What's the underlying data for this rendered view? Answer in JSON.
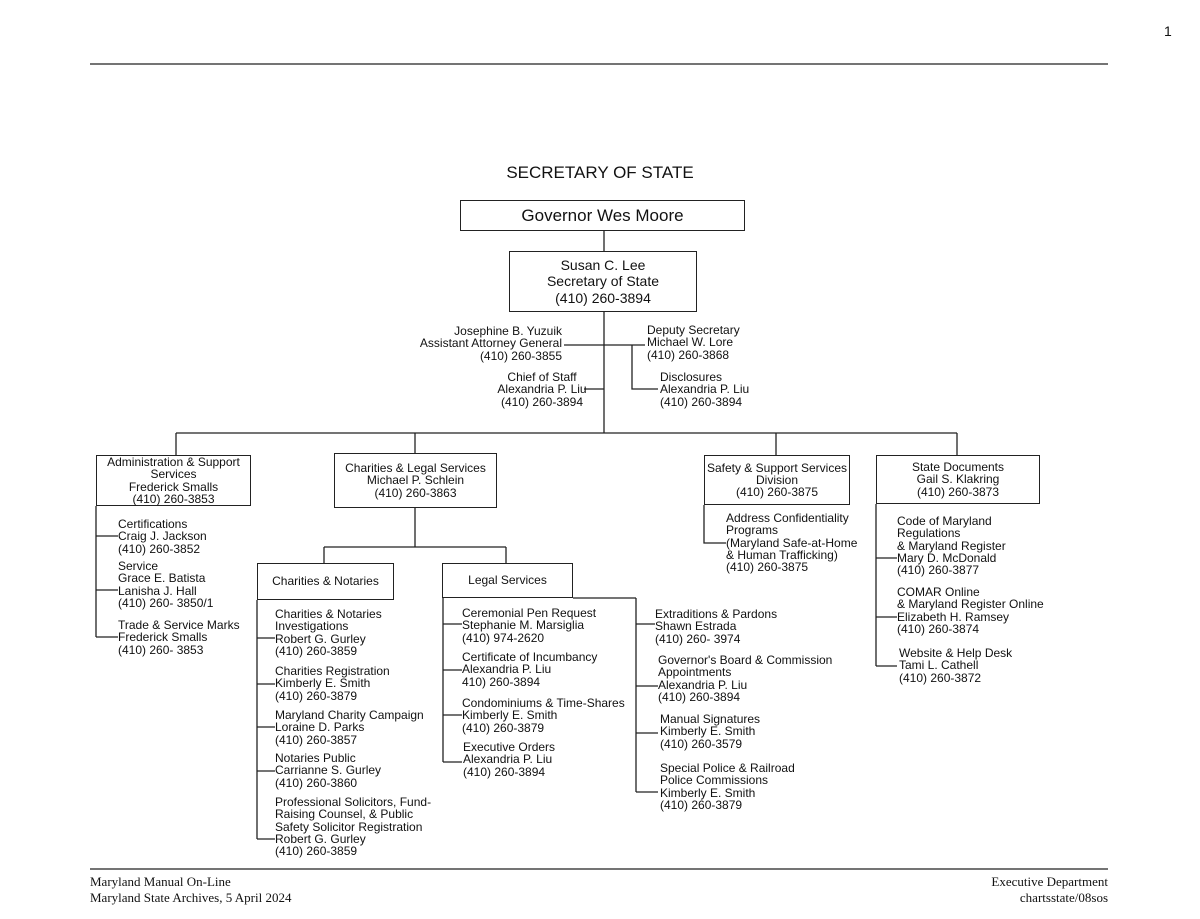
{
  "page_number": "1",
  "title": "SECRETARY OF STATE",
  "governor": "Governor Wes Moore",
  "secretary": "Susan C. Lee\nSecretary of State\n(410) 260-3894",
  "aag": "Josephine B. Yuzuik\nAssistant Attorney General\n(410) 260-3855",
  "deputy": "Deputy Secretary\nMichael W. Lore\n(410) 260-3868",
  "chief_of_staff": "Chief of Staff\nAlexandria P. Liu\n(410) 260-3894",
  "disclosures": "Disclosures\nAlexandria P. Liu\n(410) 260-3894",
  "divisions": {
    "admin": "Administration & Support\nServices\nFrederick Smalls\n(410) 260-3853",
    "charities_legal": "Charities & Legal Services\nMichael P. Schlein\n(410) 260-3863",
    "safety": "Safety & Support Services\nDivision\n(410) 260-3875",
    "state_docs": "State Documents\nGail S. Klakring\n(410) 260-3873"
  },
  "admin_units": [
    "Certifications\nCraig J. Jackson\n(410) 260-3852",
    "Service\nGrace E. Batista\nLanisha J. Hall\n(410) 260- 3850/1",
    "Trade & Service Marks\nFrederick Smalls\n(410) 260- 3853"
  ],
  "charities_notaries": {
    "label": "Charities & Notaries",
    "units": [
      "Charities & Notaries\nInvestigations\nRobert G. Gurley\n(410) 260-3859",
      "Charities Registration\nKimberly E.  Smith\n(410) 260-3879",
      "Maryland Charity Campaign\nLoraine D. Parks\n(410) 260-3857",
      "Notaries Public\nCarrianne S. Gurley\n(410) 260-3860",
      "Professional Solicitors, Fund-\nRaising Counsel, & Public\nSafety Solicitor Registration\nRobert G. Gurley\n(410) 260-3859"
    ]
  },
  "legal_services": {
    "label": "Legal Services",
    "units": [
      "Ceremonial Pen Request\nStephanie M. Marsiglia\n(410) 974-2620",
      "Certificate of Incumbancy\nAlexandria P. Liu\n410) 260-3894",
      "Condominiums & Time-Shares\nKimberly E.  Smith\n(410) 260-3879",
      "Executive Orders\nAlexandria P. Liu\n(410) 260-3894"
    ],
    "units_right": [
      "Extraditions & Pardons\nShawn Estrada\n(410) 260- 3974",
      "Governor's Board & Commission\nAppointments\nAlexandria P. Liu\n(410) 260-3894",
      "Manual Signatures\nKimberly E. Smith\n(410) 260-3579",
      "Special Police & Railroad\nPolice Commissions\nKimberly E.  Smith\n(410) 260-3879"
    ]
  },
  "safety_units": [
    "Address Confidentiality\nPrograms\n(Maryland Safe-at-Home\n& Human Trafficking)\n(410) 260-3875"
  ],
  "state_docs_units": [
    "Code of Maryland\nRegulations\n& Maryland Register\nMary D. McDonald\n(410) 260-3877",
    "COMAR Online\n& Maryland Register Online\nElizabeth H. Ramsey\n(410) 260-3874",
    "Website & Help Desk\nTami L. Cathell\n(410) 260-3872"
  ],
  "footer": {
    "left": "Maryland Manual On-Line\nMaryland State Archives, 5 April 2024",
    "right": "Executive Department\nchartsstate/08sos"
  }
}
